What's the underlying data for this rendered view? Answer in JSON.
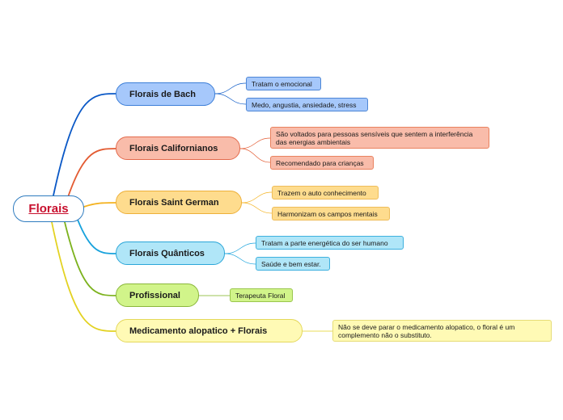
{
  "root": {
    "label": "Florais"
  },
  "branches": [
    {
      "label": "Florais de Bach",
      "color": "#0a58c6",
      "leaves": [
        "Tratam o emocional",
        "Medo, angustia, ansiedade, stress"
      ]
    },
    {
      "label": "Florais Californianos",
      "color": "#e35b32",
      "leaves": [
        "São voltados para pessoas sensíveis que sentem a interferência das energias ambientais",
        "Recomendado para crianças"
      ]
    },
    {
      "label": "Florais Saint German",
      "color": "#f4b21f",
      "leaves": [
        "Trazem o auto conhecimento",
        "Harmonizam os campos mentais"
      ]
    },
    {
      "label": "Florais Quânticos",
      "color": "#18a2dc",
      "leaves": [
        "Tratam a parte energética do ser humano",
        "Saúde e bem estar."
      ]
    },
    {
      "label": "Profissional",
      "color": "#7cb21d",
      "leaves": [
        "Terapeuta Floral"
      ]
    },
    {
      "label": "Medicamento alopatico  +  Florais",
      "color": "#e3d221",
      "leaves": [
        "Não se deve parar o medicamento alopatico, o floral é um complemento não o substituto."
      ]
    }
  ]
}
